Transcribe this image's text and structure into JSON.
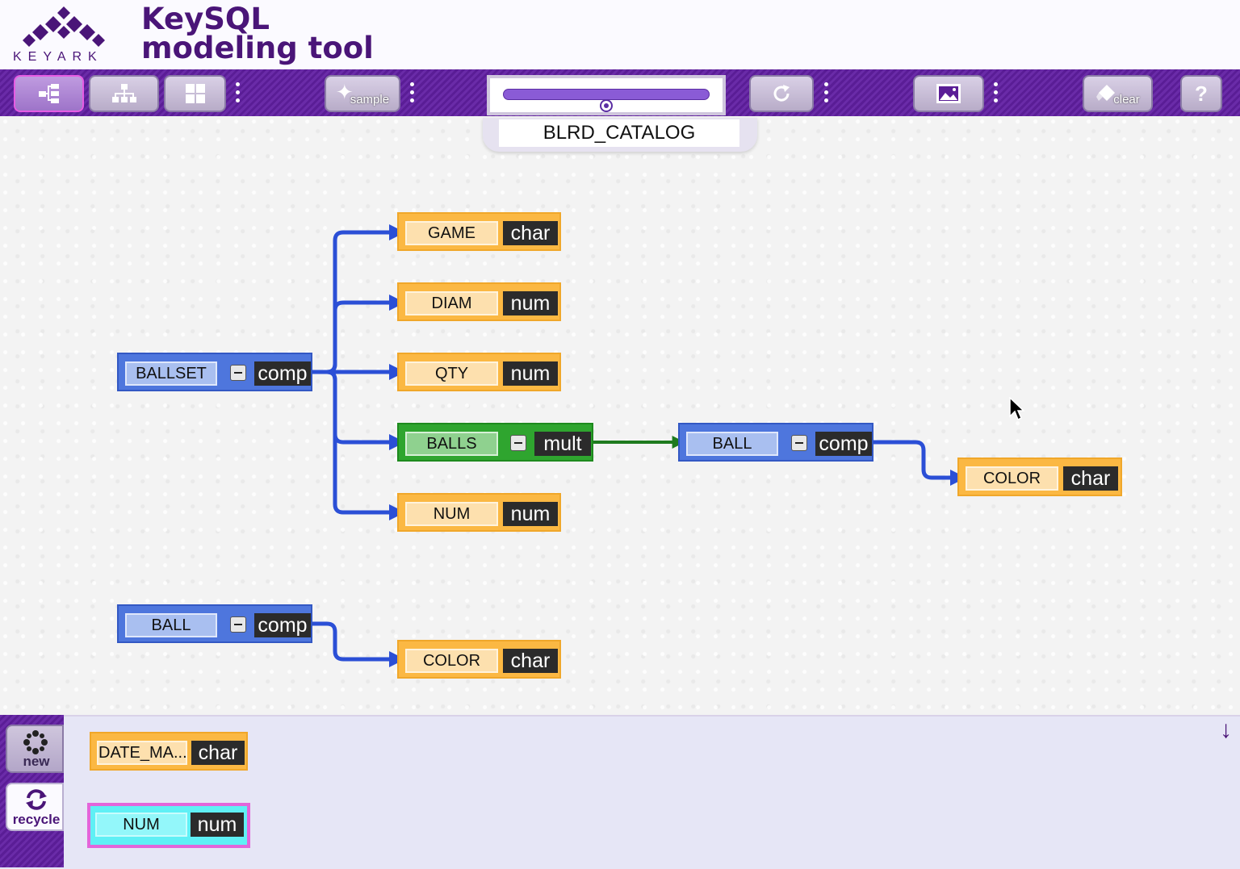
{
  "header": {
    "logo_word": "KEYARK",
    "title_line1": "KeySQL",
    "title_line2": "modeling tool"
  },
  "toolbar": {
    "sample_label": "sample",
    "clear_label": "clear",
    "help_label": "?",
    "slider_value_fraction": 0.5
  },
  "catalog": {
    "name": "BLRD_CATALOG"
  },
  "nodes": {
    "ballset": {
      "name": "BALLSET",
      "type": "comp"
    },
    "game": {
      "name": "GAME",
      "type": "char"
    },
    "diam": {
      "name": "DIAM",
      "type": "num"
    },
    "qty": {
      "name": "QTY",
      "type": "num"
    },
    "balls": {
      "name": "BALLS",
      "type": "mult"
    },
    "num": {
      "name": "NUM",
      "type": "num"
    },
    "ball_child": {
      "name": "BALL",
      "type": "comp"
    },
    "color_child": {
      "name": "COLOR",
      "type": "char"
    },
    "ball_root": {
      "name": "BALL",
      "type": "comp"
    },
    "color_root": {
      "name": "COLOR",
      "type": "char"
    }
  },
  "pool": {
    "new_label": "new",
    "recycle_label": "recycle",
    "date_ma": {
      "name": "DATE_MA...",
      "type": "char"
    },
    "num_sel": {
      "name": "NUM",
      "type": "num"
    }
  },
  "colors": {
    "brand_purple": "#4a1578",
    "comp_blue": "#4e76dd",
    "char_orange": "#fbb843",
    "mult_green": "#2fa52f",
    "selected_cyan": "#5ff0f5",
    "selected_border": "#e365da"
  }
}
